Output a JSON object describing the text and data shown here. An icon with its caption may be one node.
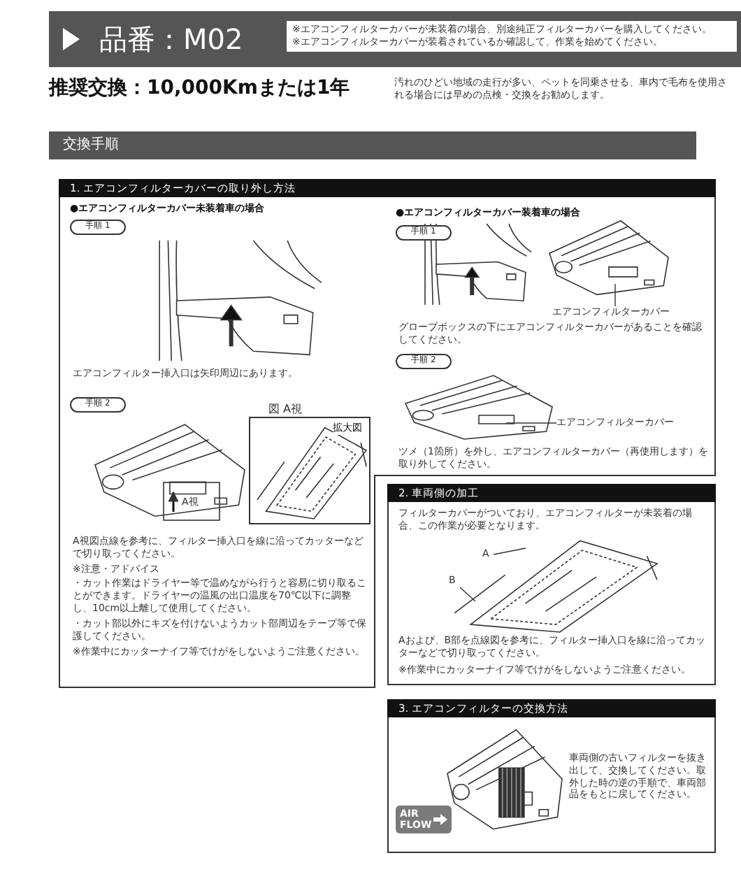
{
  "diagram": {
    "title": "品番：M02",
    "nodes": [
      {
        "text": [
          "1. エアコンフィルターカバーの取り外し方法"
        ]
      },
      {
        "text": [
          "手順 1"
        ],
        "in": 0
      },
      {
        "text": [
          "手順 2"
        ],
        "in": 0
      },
      {
        "text": [
          "図 A視",
          "拡大図"
        ],
        "in": 0
      },
      {
        "text": [
          "手順 1"
        ],
        "in": 0
      },
      {
        "text": [
          "エアコンフィルターカバー"
        ],
        "in": 0
      },
      {
        "text": [
          "手順 2"
        ],
        "in": 0
      },
      {
        "text": [
          "エアコンフィルターカバー"
        ],
        "in": 0
      },
      {
        "text": [
          "2. 車両側の加工"
        ]
      },
      {
        "text": [
          "A"
        ],
        "in": 8
      },
      {
        "text": [
          "B"
        ],
        "in": 8
      },
      {
        "text": [
          "3. エアコンフィルターの交換方法"
        ]
      },
      {
        "text": [
          "AIR FLOW"
        ],
        "in": 11
      }
    ],
    "edges": [
      {
        "from": 5,
        "to": null,
        "arrow": "none"
      },
      {
        "from": 7,
        "to": null,
        "arrow": "none"
      },
      {
        "from": 9,
        "to": null,
        "arrow": "none"
      },
      {
        "from": 10,
        "to": null,
        "arrow": "none"
      }
    ],
    "labels": [
      "※エアコンフィルターカバーが未装着の場合、別途純正フィルターカバーを購入してください。",
      "※エアコンフィルターカバーが装着されているか確認して、作業を始めてください。",
      "推奨交換：10,000Kmまたは1年",
      "汚れのひどい地域の走行が多い、ペットを同乗させる、車内で毛布を使用される場合には早めの点検・交換をお勧めします。",
      "交換手順",
      "●エアコンフィルターカバー未装着車の場合",
      "エアコンフィルター挿入口は矢印周辺にあります。",
      "A視",
      "A視図点線を参考に、フィルター挿入口を線に沿ってカッターなどで切り取ってください。",
      "※注意・アドバイス",
      "・カット作業はドライヤー等で温めながら行うと容易に切り取ることができます。ドライヤーの温風の出口温度を70℃以下に調整し、10cm以上離して使用してください。",
      "・カット部以外にキズを付けないようカット部周辺をテープ等で保護してください。",
      "※作業中にカッターナイフ等でけがをしないようご注意ください。",
      "●エアコンフィルターカバー装着車の場合",
      "グローブボックスの下にエアコンフィルターカバーがあることを確認してください。",
      "ツメ（1箇所）を外し、エアコンフィルターカバー（再使用します）を取り外してください。",
      "フィルターカバーがついており、エアコンフィルターが未装着の場合、この作業が必要となります。",
      "Aおよび、B部を点線図を参考に、フィルター挿入口を線に沿ってカッターなどで切り取ってください。",
      "※作業中にカッターナイフ等でけがをしないようご注意ください。",
      "車両側の古いフィルターを抜き出して、交換してください。取外した時の逆の手順で、車両部品をもとに戻してください。"
    ]
  }
}
